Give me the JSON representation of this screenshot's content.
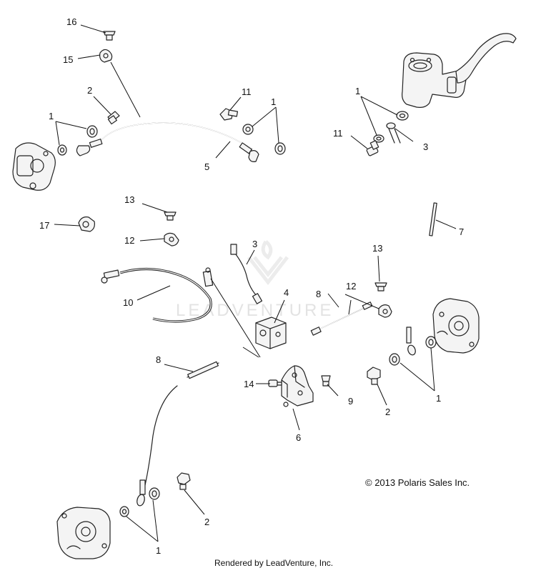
{
  "watermark": {
    "text": "LEADVENTURE"
  },
  "callouts": [
    "16",
    "15",
    "2",
    "1",
    "11",
    "1",
    "5",
    "1",
    "11",
    "3",
    "13",
    "17",
    "12",
    "7",
    "3",
    "13",
    "10",
    "4",
    "8",
    "12",
    "8",
    "14",
    "9",
    "2",
    "1",
    "6",
    "2",
    "1"
  ],
  "copyright": "© 2013 Polaris Sales Inc.",
  "footer": "Rendered by LeadVenture, Inc."
}
